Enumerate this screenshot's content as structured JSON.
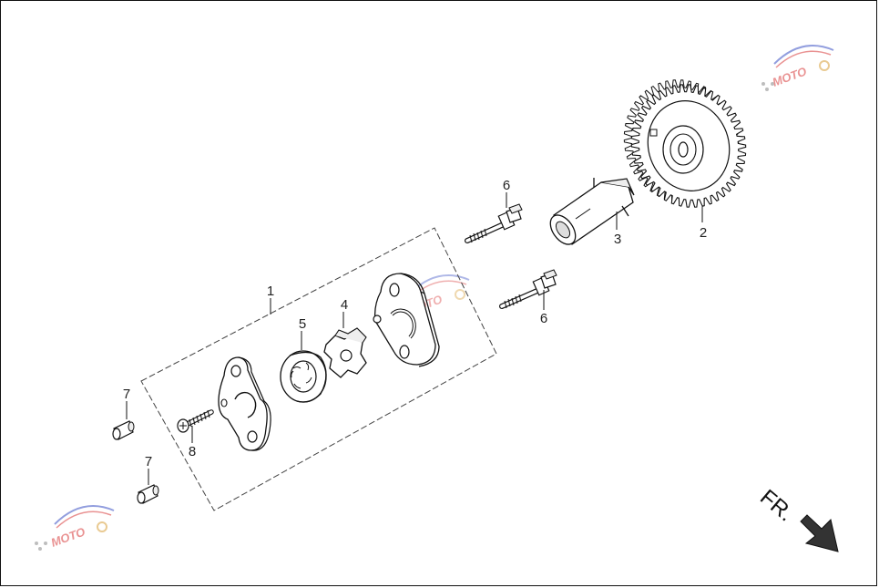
{
  "diagram": {
    "direction_label": "FR.",
    "callouts": {
      "c1": "1",
      "c2": "2",
      "c3": "3",
      "c4": "4",
      "c5": "5",
      "c6a": "6",
      "c6b": "6",
      "c7a": "7",
      "c7b": "7",
      "c8": "8"
    },
    "watermark": "MOTO"
  },
  "colors": {
    "line": "#111111",
    "part_fill": "#ffffff",
    "shade": "#cfcfcf",
    "watermark_red": "#d83a3a",
    "watermark_blue": "#3a4fc4"
  }
}
